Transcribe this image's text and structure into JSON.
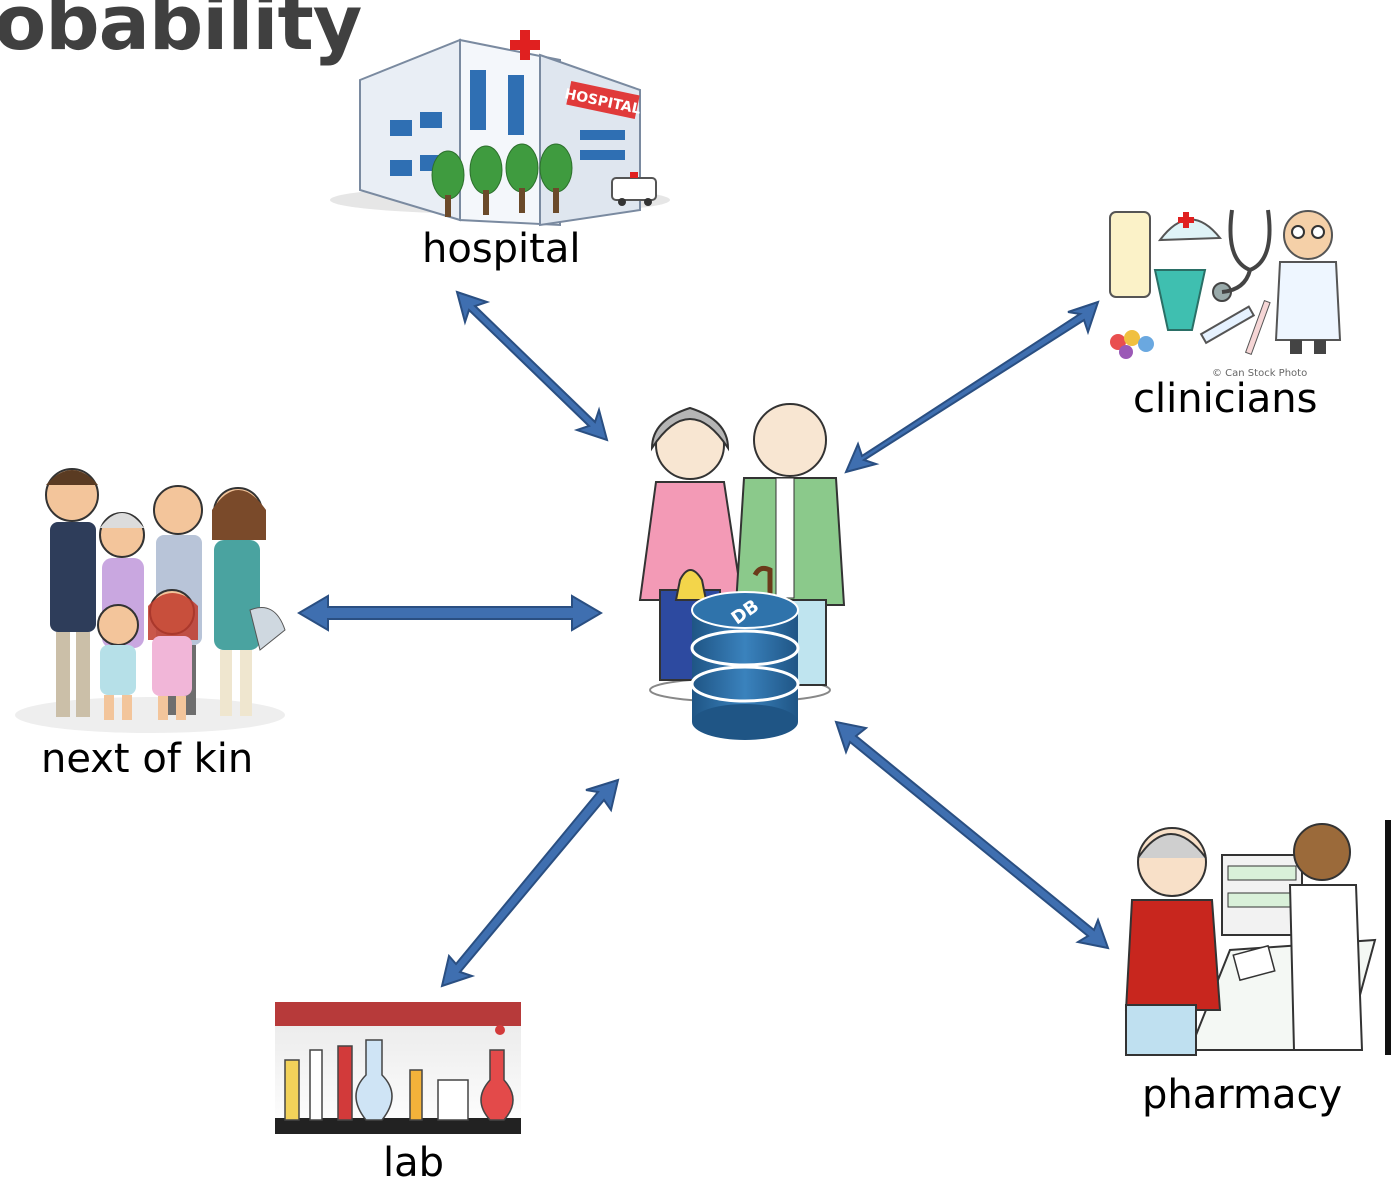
{
  "title": "obability",
  "center": {
    "db_text": "DB"
  },
  "nodes": {
    "hospital": {
      "label": "hospital",
      "sign_text": "HOSPITAL"
    },
    "clinicians": {
      "label": "clinicians",
      "watermark": "© Can Stock Photo"
    },
    "next_of_kin": {
      "label": "next of kin"
    },
    "lab": {
      "label": "lab"
    },
    "pharmacy": {
      "label": "pharmacy"
    }
  },
  "colors": {
    "arrow_fill": "#3f6fb0",
    "arrow_stroke": "#2a4f82",
    "db_blue": "#2d6aa0",
    "title_gray": "#404040"
  }
}
